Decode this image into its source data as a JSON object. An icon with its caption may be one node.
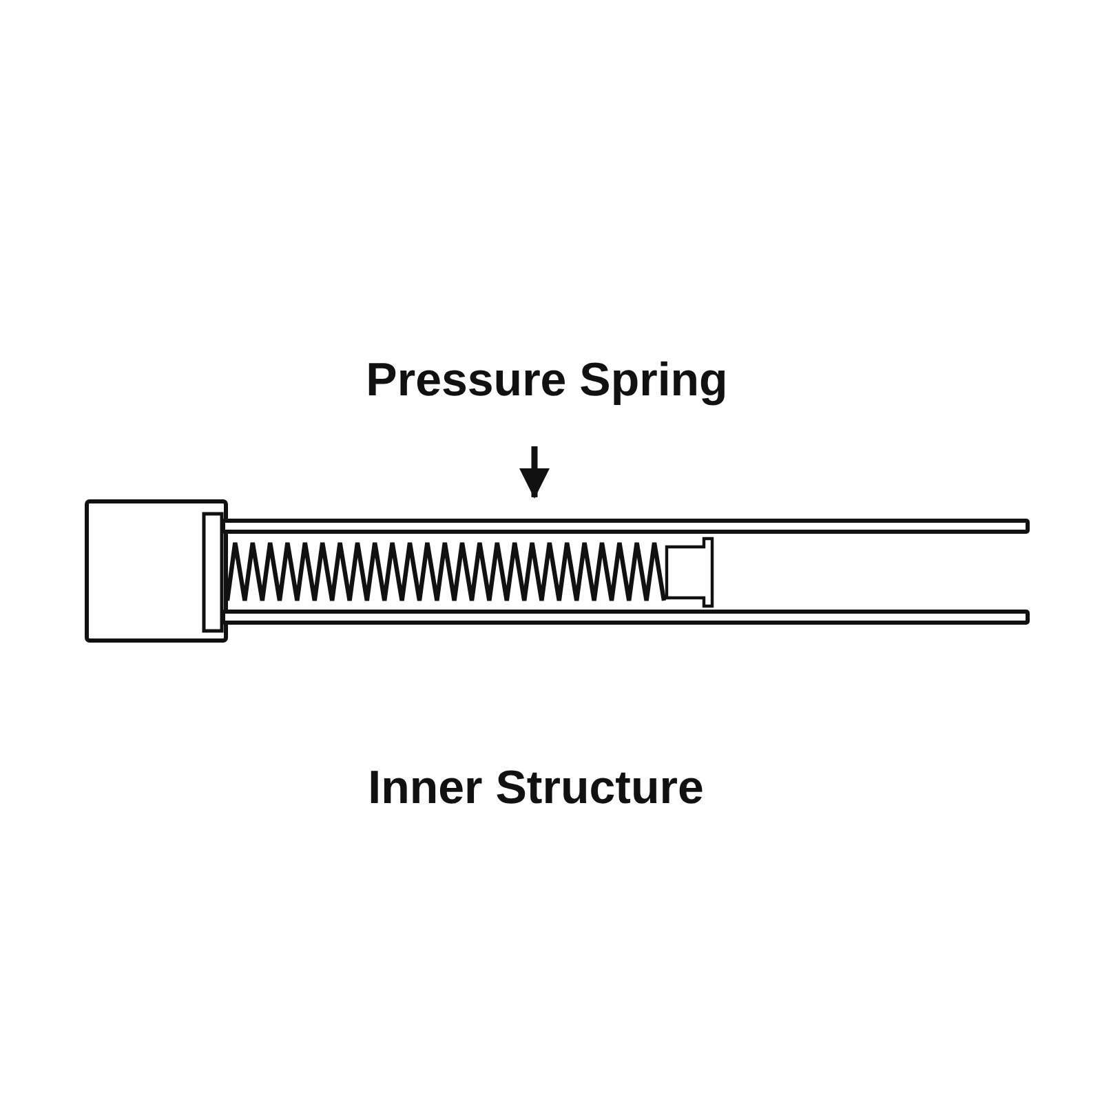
{
  "diagram": {
    "caption": "Inner Structure",
    "nodes": [
      {
        "text": [
          "Pressure Spring"
        ]
      },
      {
        "text": [],
        "shape": "picture"
      }
    ],
    "edges": [
      {
        "from": 0,
        "to": 1,
        "arrow": "to"
      }
    ]
  }
}
